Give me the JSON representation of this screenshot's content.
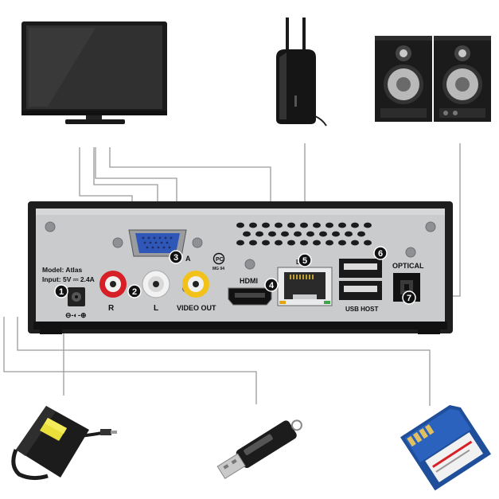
{
  "device": {
    "model": "Model: Atlas",
    "input": "Input: 5V ⎓ 2.4A",
    "cert": "MG 04"
  },
  "ports": {
    "audio_right": "R",
    "audio_left": "L",
    "video_out": "VIDEO  OUT",
    "hdmi": "HDMI",
    "lan": "LAN",
    "usb_host": "USB HOST",
    "optical": "OPTICAL",
    "vga_suffix": "A"
  },
  "callouts": [
    "1",
    "2",
    "3",
    "4",
    "5",
    "6",
    "7"
  ],
  "peripherals": {
    "tv": "tv-icon",
    "router": "router-icon",
    "speakers": "speakers-icon",
    "adapter": "power-adapter-icon",
    "usb_stick": "usb-stick-icon",
    "sd_card": "sd-card-icon"
  },
  "colors": {
    "panel": "#c9cbcd",
    "chassis": "#1e1e1e",
    "rca_red": "#d61f26",
    "rca_white": "#f2f2f2",
    "rca_yellow": "#f2c21a",
    "vga_blue": "#2f57b8",
    "wire": "#9a9a9a"
  }
}
